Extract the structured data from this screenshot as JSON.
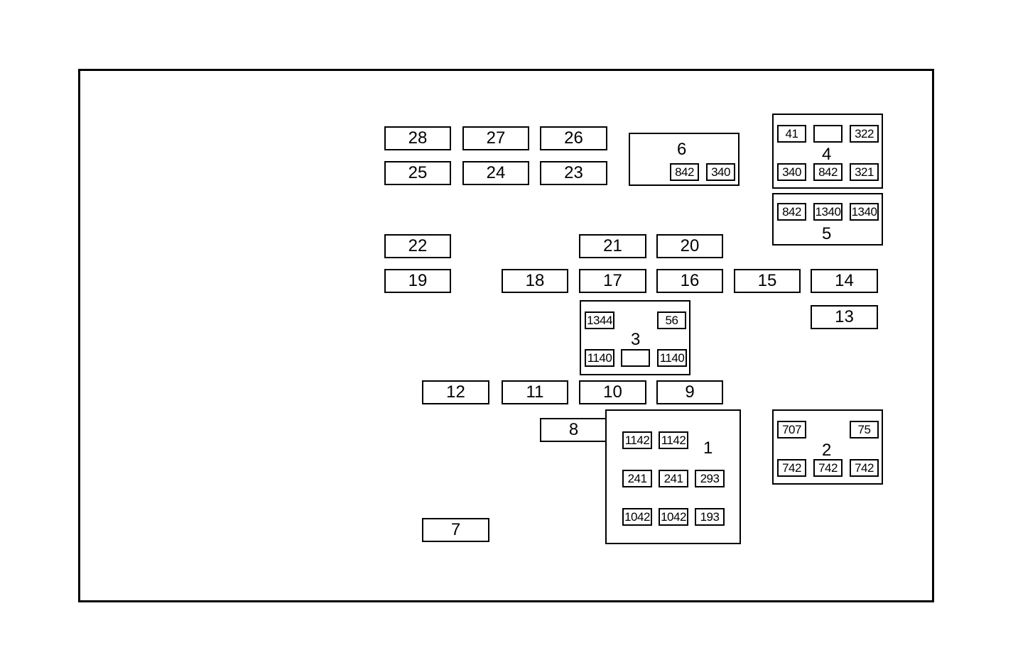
{
  "fuses": [
    {
      "id": "fuse-28",
      "label": "28"
    },
    {
      "id": "fuse-27",
      "label": "27"
    },
    {
      "id": "fuse-26",
      "label": "26"
    },
    {
      "id": "fuse-25",
      "label": "25"
    },
    {
      "id": "fuse-24",
      "label": "24"
    },
    {
      "id": "fuse-23",
      "label": "23"
    },
    {
      "id": "fuse-22",
      "label": "22"
    },
    {
      "id": "fuse-21",
      "label": "21"
    },
    {
      "id": "fuse-20",
      "label": "20"
    },
    {
      "id": "fuse-19",
      "label": "19"
    },
    {
      "id": "fuse-18",
      "label": "18"
    },
    {
      "id": "fuse-17",
      "label": "17"
    },
    {
      "id": "fuse-16",
      "label": "16"
    },
    {
      "id": "fuse-15",
      "label": "15"
    },
    {
      "id": "fuse-14",
      "label": "14"
    },
    {
      "id": "fuse-13",
      "label": "13"
    },
    {
      "id": "fuse-12",
      "label": "12"
    },
    {
      "id": "fuse-11",
      "label": "11"
    },
    {
      "id": "fuse-10",
      "label": "10"
    },
    {
      "id": "fuse-9",
      "label": "9"
    },
    {
      "id": "fuse-8",
      "label": "8"
    },
    {
      "id": "fuse-7",
      "label": "7"
    }
  ],
  "relays": [
    {
      "id": "relay-6",
      "label": "6",
      "pins": [
        "842",
        "340"
      ]
    },
    {
      "id": "relay-4",
      "label": "4",
      "pins": [
        "41",
        "",
        "322",
        "340",
        "842",
        "321"
      ]
    },
    {
      "id": "relay-5",
      "label": "5",
      "pins": [
        "842",
        "1340",
        "1340"
      ]
    },
    {
      "id": "relay-3",
      "label": "3",
      "pins": [
        "1344",
        "56",
        "1140",
        "",
        "1140"
      ]
    },
    {
      "id": "relay-1",
      "label": "1",
      "pins": [
        "1142",
        "1142",
        "241",
        "241",
        "293",
        "1042",
        "1042",
        "193"
      ]
    },
    {
      "id": "relay-2",
      "label": "2",
      "pins": [
        "707",
        "75",
        "742",
        "742",
        "742"
      ]
    }
  ]
}
